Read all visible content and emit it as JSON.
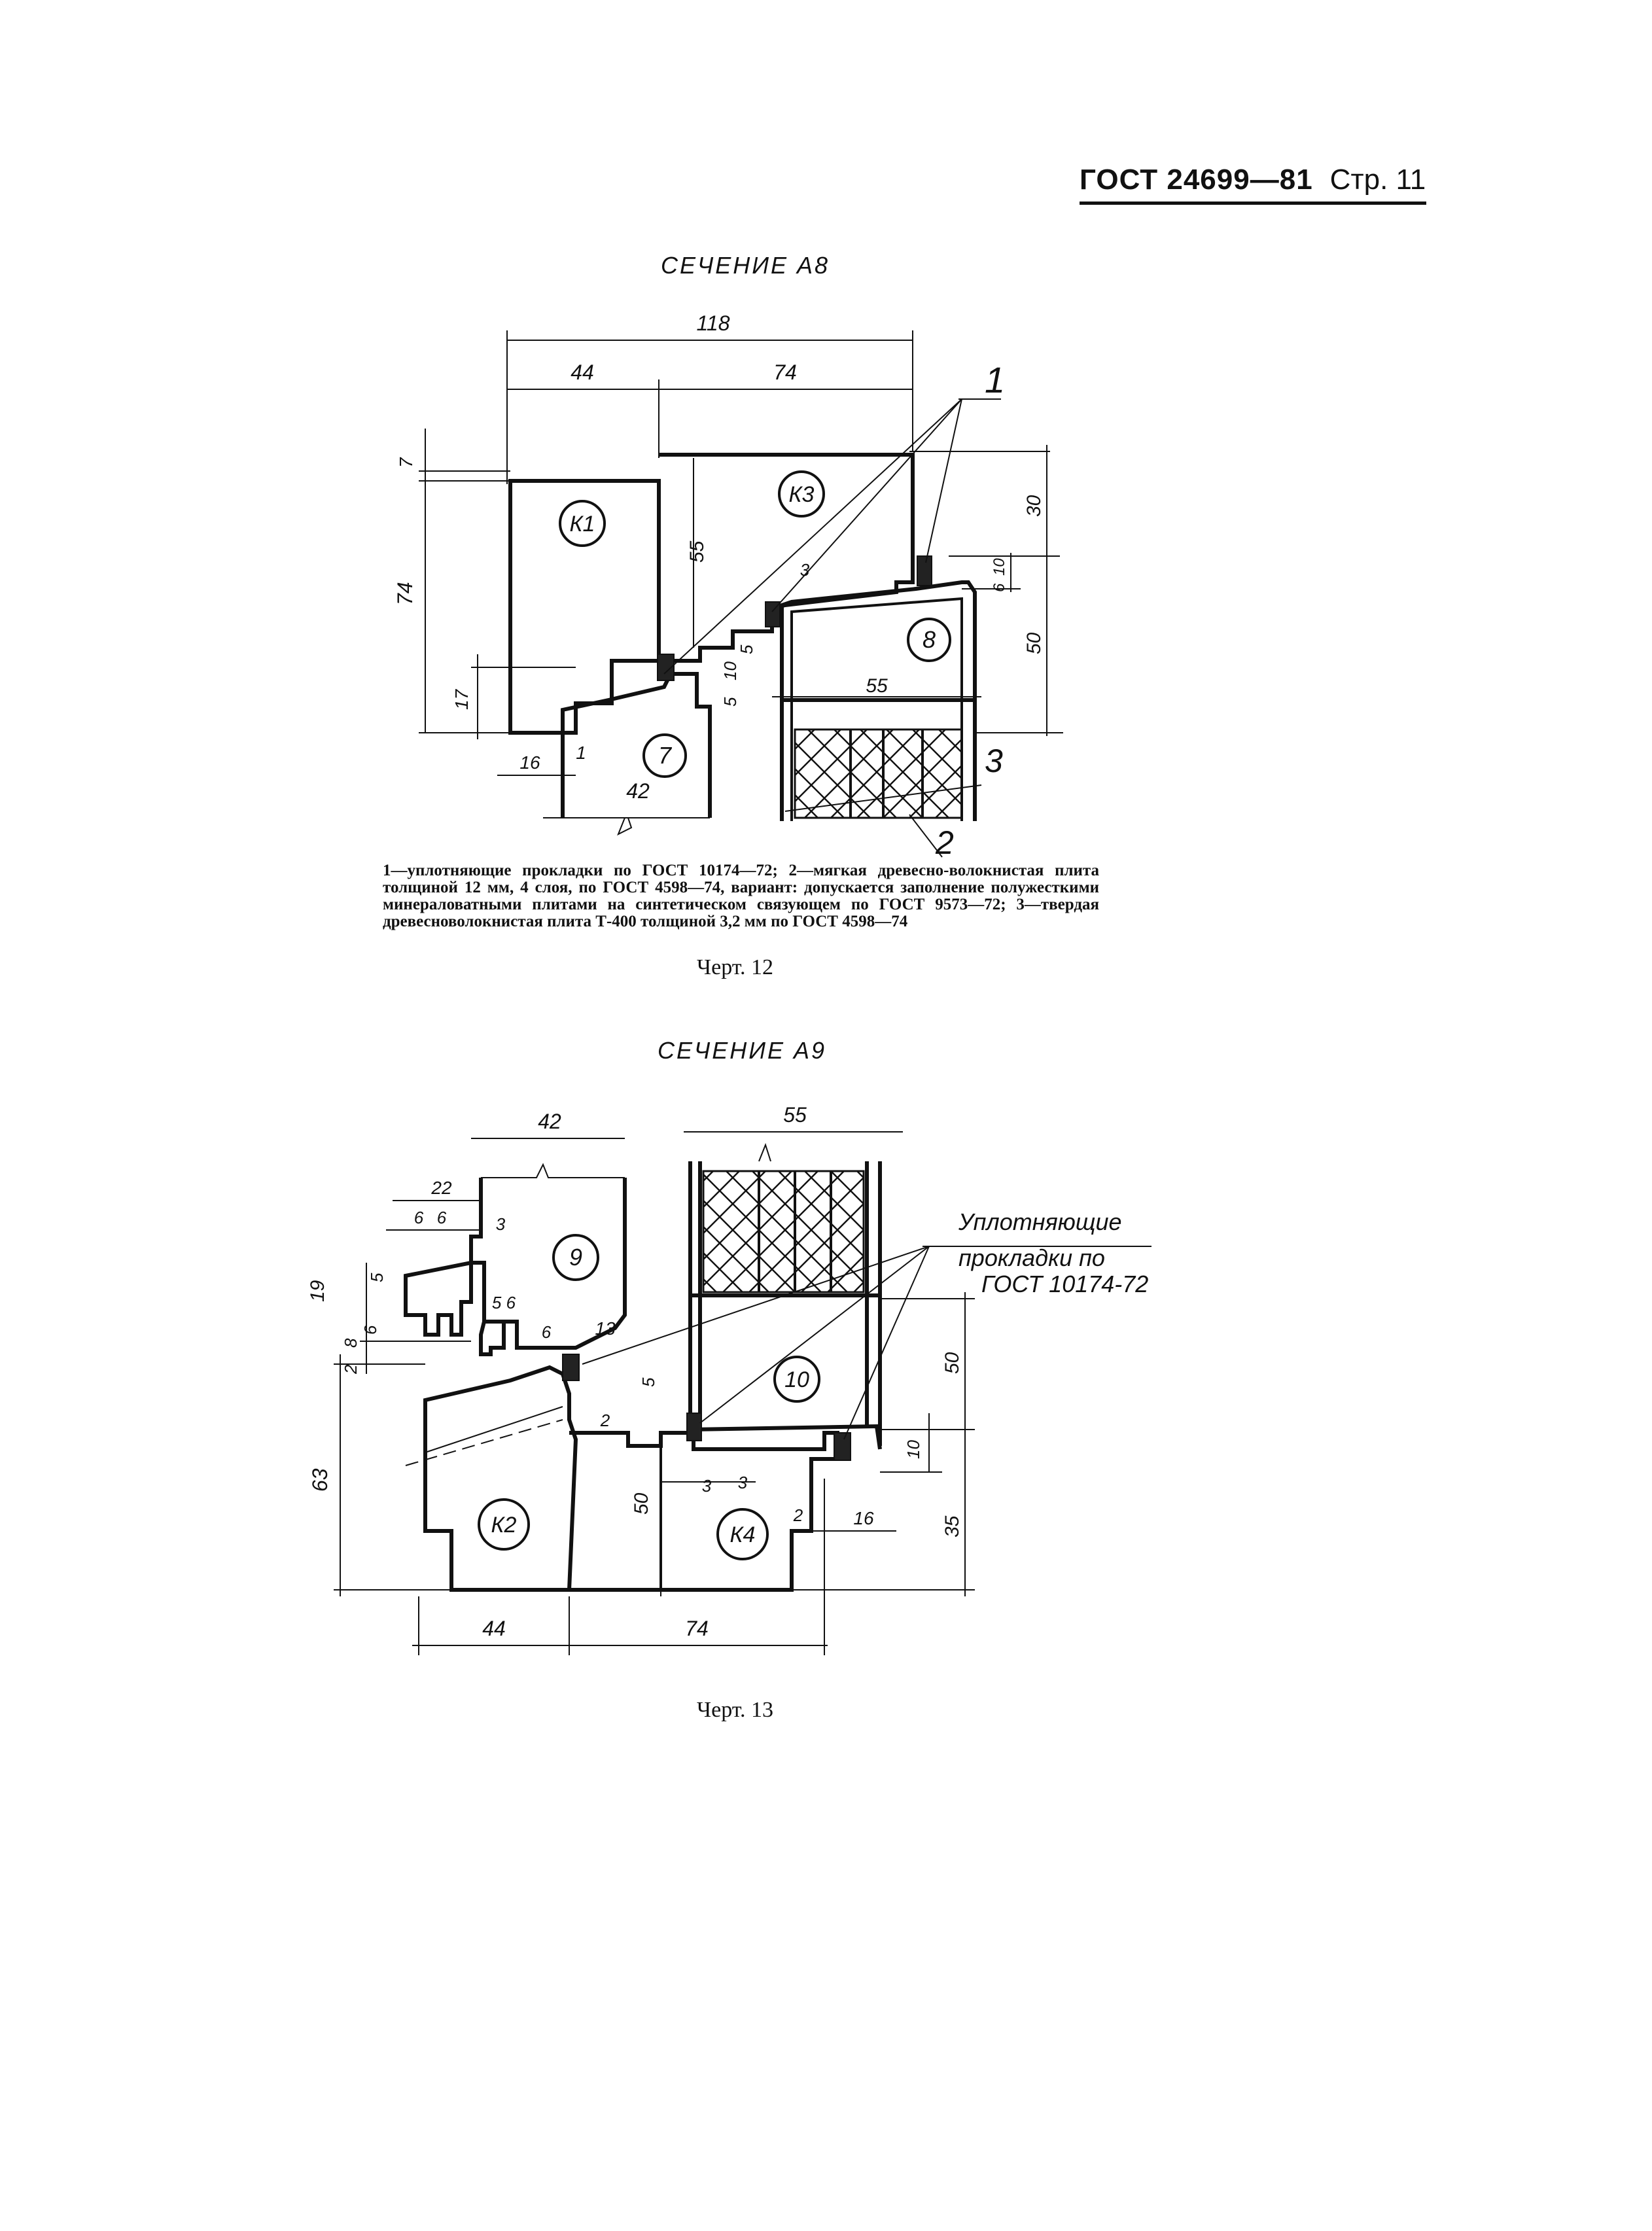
{
  "header": {
    "standard": "ГОСТ 24699—81",
    "page": "Стр. 11"
  },
  "figure12": {
    "title": "СЕЧЕНИЕ А8",
    "caption": "Черт. 12",
    "legend": "1—уплотняющие прокладки по ГОСТ 10174—72; 2—мягкая древесно-волокнистая плита толщиной 12 мм, 4 слоя, по ГОСТ 4598—74, вариант: допускается заполнение полужесткими минераловатными плитами на синтетическом связующем по ГОСТ 9573—72; 3—твердая древесноволокнистая плита Т-400 толщиной 3,2 мм по ГОСТ 4598—74",
    "parts": [
      "К1",
      "К3",
      "7",
      "8"
    ],
    "callouts": [
      "1",
      "2",
      "3"
    ],
    "dimensions": {
      "overall": "118",
      "left": "44",
      "right": "74",
      "d7": "7",
      "d74": "74",
      "d17": "17",
      "d16": "16",
      "d1": "1",
      "d42": "42",
      "d55v": "55",
      "d3": "3",
      "d10": "10",
      "d5a": "5",
      "d5b": "5",
      "d55h": "55",
      "d30": "30",
      "d6": "6",
      "d10b": "10",
      "d50": "50"
    }
  },
  "figure13": {
    "title": "СЕЧЕНИЕ А9",
    "caption": "Черт. 13",
    "note": [
      "Уплотняющие",
      "прокладки по",
      "ГОСТ 10174-72"
    ],
    "parts": [
      "9",
      "10",
      "К2",
      "К4"
    ],
    "dimensions": {
      "d42": "42",
      "d55": "55",
      "d22": "22",
      "d6a": "6",
      "d6b": "6",
      "d3": "3",
      "d5a": "5",
      "d19": "19",
      "d6c": "6",
      "d8": "8",
      "d2a": "2",
      "d56": "5 6",
      "d6d": "6",
      "d13": "13",
      "d5b": "5",
      "d2b": "2",
      "d63": "63",
      "d3b": "3",
      "d3c": "3",
      "d50a": "50",
      "d2c": "2",
      "d16": "16",
      "d10": "10",
      "d50b": "50",
      "d35": "35",
      "d44": "44",
      "d74": "74"
    }
  }
}
